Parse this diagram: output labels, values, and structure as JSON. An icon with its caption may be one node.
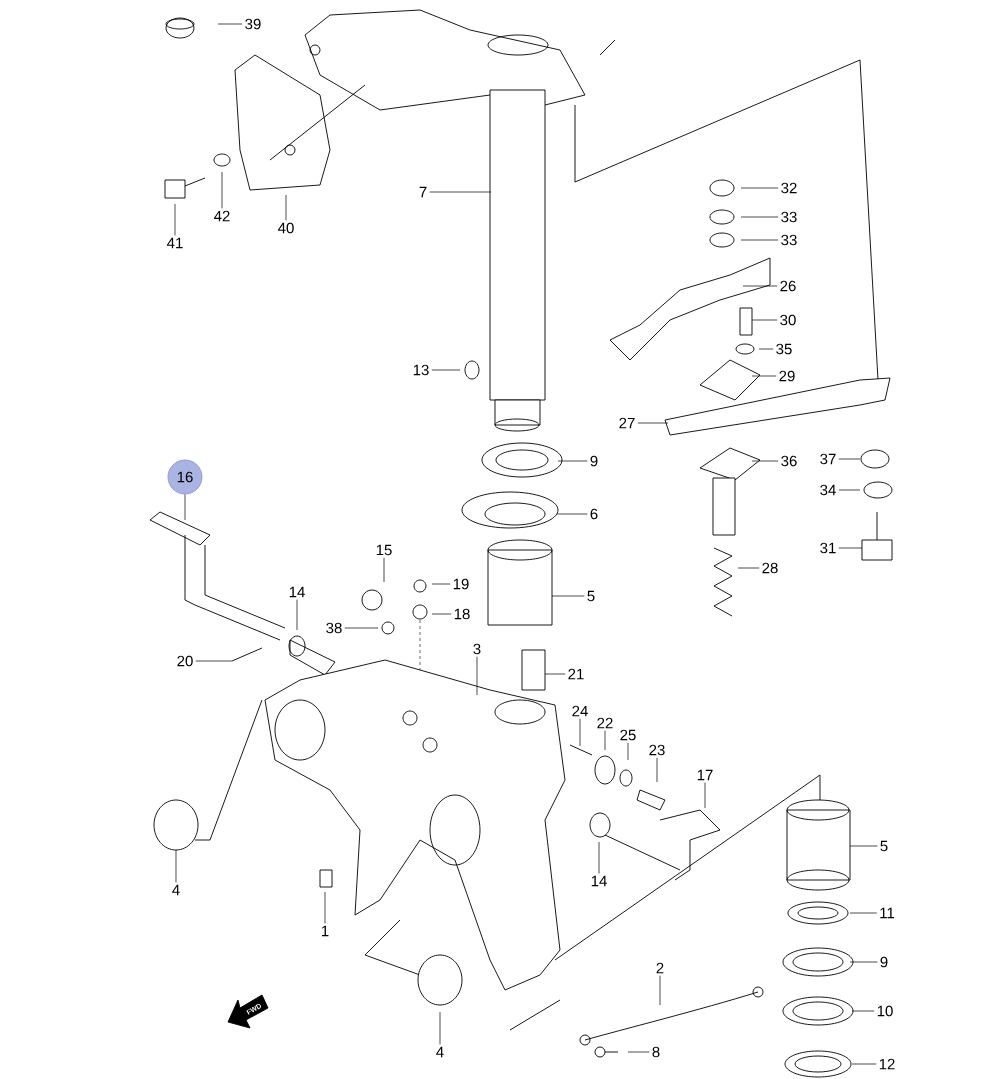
{
  "diagram": {
    "nodes": [
      {
        "text": [
          "39"
        ]
      },
      {
        "text": [
          "42"
        ]
      },
      {
        "text": [
          "41"
        ]
      },
      {
        "text": [
          "40"
        ]
      },
      {
        "text": [
          "7"
        ]
      },
      {
        "text": [
          "32"
        ]
      },
      {
        "text": [
          "33"
        ]
      },
      {
        "text": [
          "33"
        ]
      },
      {
        "text": [
          "26"
        ]
      },
      {
        "text": [
          "30"
        ]
      },
      {
        "text": [
          "35"
        ]
      },
      {
        "text": [
          "29"
        ]
      },
      {
        "text": [
          "13"
        ]
      },
      {
        "text": [
          "27"
        ]
      },
      {
        "text": [
          "36"
        ]
      },
      {
        "text": [
          "37"
        ]
      },
      {
        "text": [
          "34"
        ]
      },
      {
        "text": [
          "31"
        ]
      },
      {
        "text": [
          "9"
        ]
      },
      {
        "text": [
          "6"
        ]
      },
      {
        "text": [
          "16"
        ]
      },
      {
        "text": [
          "15"
        ]
      },
      {
        "text": [
          "19"
        ]
      },
      {
        "text": [
          "18"
        ]
      },
      {
        "text": [
          "28"
        ]
      },
      {
        "text": [
          "5"
        ]
      },
      {
        "text": [
          "14"
        ]
      },
      {
        "text": [
          "38"
        ]
      },
      {
        "text": [
          "20"
        ]
      },
      {
        "text": [
          "3"
        ]
      },
      {
        "text": [
          "21"
        ]
      },
      {
        "text": [
          "24"
        ]
      },
      {
        "text": [
          "22"
        ]
      },
      {
        "text": [
          "25"
        ]
      },
      {
        "text": [
          "23"
        ]
      },
      {
        "text": [
          "17"
        ]
      },
      {
        "text": [
          "5"
        ]
      },
      {
        "text": [
          "14"
        ]
      },
      {
        "text": [
          "4"
        ]
      },
      {
        "text": [
          "1"
        ]
      },
      {
        "text": [
          "11"
        ]
      },
      {
        "text": [
          "2"
        ]
      },
      {
        "text": [
          "9"
        ]
      },
      {
        "text": [
          "10"
        ]
      },
      {
        "text": [
          "4"
        ]
      },
      {
        "text": [
          "8"
        ]
      },
      {
        "text": [
          "12"
        ]
      }
    ],
    "edges": [
      {
        "from": 0,
        "to": null,
        "arrow": "none"
      },
      {
        "from": 1,
        "to": null,
        "arrow": "none"
      },
      {
        "from": 2,
        "to": null,
        "arrow": "none"
      },
      {
        "from": 3,
        "to": null,
        "arrow": "none"
      },
      {
        "from": 4,
        "to": null,
        "arrow": "none"
      },
      {
        "from": 5,
        "to": null,
        "arrow": "none"
      },
      {
        "from": 6,
        "to": null,
        "arrow": "none"
      },
      {
        "from": 7,
        "to": null,
        "arrow": "none"
      },
      {
        "from": 8,
        "to": null,
        "arrow": "none"
      },
      {
        "from": 9,
        "to": null,
        "arrow": "none"
      },
      {
        "from": 10,
        "to": null,
        "arrow": "none"
      },
      {
        "from": 11,
        "to": null,
        "arrow": "none"
      },
      {
        "from": 12,
        "to": null,
        "arrow": "none"
      },
      {
        "from": 13,
        "to": null,
        "arrow": "none"
      },
      {
        "from": 14,
        "to": null,
        "arrow": "none"
      },
      {
        "from": 15,
        "to": null,
        "arrow": "none"
      },
      {
        "from": 16,
        "to": null,
        "arrow": "none"
      },
      {
        "from": 17,
        "to": null,
        "arrow": "none"
      },
      {
        "from": 18,
        "to": null,
        "arrow": "none"
      },
      {
        "from": 19,
        "to": null,
        "arrow": "none"
      },
      {
        "from": 20,
        "to": null,
        "arrow": "none"
      },
      {
        "from": 21,
        "to": null,
        "arrow": "none"
      },
      {
        "from": 22,
        "to": null,
        "arrow": "none"
      },
      {
        "from": 23,
        "to": null,
        "arrow": "none"
      },
      {
        "from": 24,
        "to": null,
        "arrow": "none"
      },
      {
        "from": 25,
        "to": null,
        "arrow": "none"
      },
      {
        "from": 26,
        "to": null,
        "arrow": "none"
      },
      {
        "from": 27,
        "to": null,
        "arrow": "none"
      },
      {
        "from": 28,
        "to": null,
        "arrow": "none"
      },
      {
        "from": 29,
        "to": null,
        "arrow": "none"
      },
      {
        "from": 30,
        "to": null,
        "arrow": "none"
      },
      {
        "from": 31,
        "to": null,
        "arrow": "none"
      },
      {
        "from": 32,
        "to": null,
        "arrow": "none"
      },
      {
        "from": 33,
        "to": null,
        "arrow": "none"
      },
      {
        "from": 34,
        "to": null,
        "arrow": "none"
      },
      {
        "from": 35,
        "to": null,
        "arrow": "none"
      },
      {
        "from": 36,
        "to": null,
        "arrow": "none"
      },
      {
        "from": 37,
        "to": null,
        "arrow": "none"
      },
      {
        "from": 38,
        "to": null,
        "arrow": "none"
      },
      {
        "from": 39,
        "to": null,
        "arrow": "none"
      },
      {
        "from": 40,
        "to": null,
        "arrow": "none"
      },
      {
        "from": 41,
        "to": null,
        "arrow": "none"
      },
      {
        "from": 42,
        "to": null,
        "arrow": "none"
      },
      {
        "from": 43,
        "to": null,
        "arrow": "none"
      },
      {
        "from": 44,
        "to": null,
        "arrow": "none"
      },
      {
        "from": 45,
        "to": null,
        "arrow": "none"
      },
      {
        "from": 46,
        "to": null,
        "arrow": "none"
      }
    ],
    "labels": [
      "FWD"
    ]
  }
}
